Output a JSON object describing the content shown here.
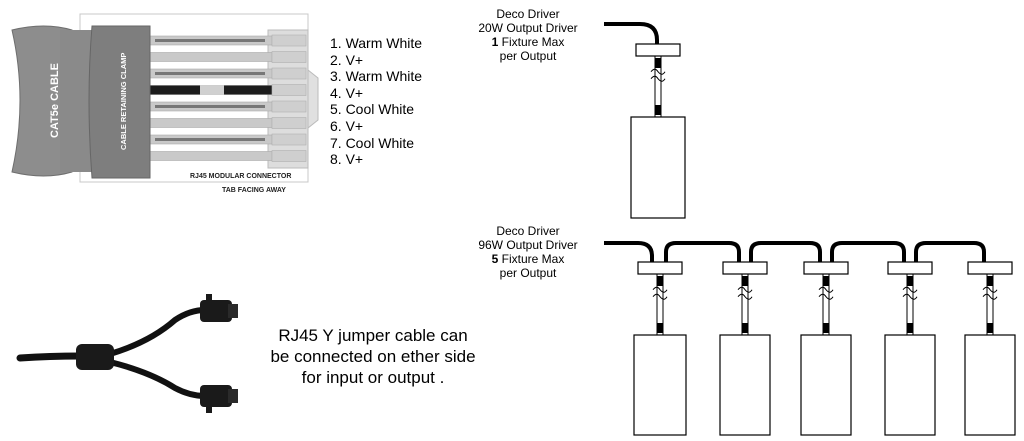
{
  "connector": {
    "cable_label": "CAT5e CABLE",
    "clamp_label": "CABLE RETAINING CLAMP",
    "connector_label": "RJ45 MODULAR CONNECTOR",
    "tab_label": "TAB FACING AWAY"
  },
  "pinout": [
    "1. Warm White",
    "2. V+",
    "3. Warm White",
    "4. V+",
    "5. Cool White",
    "6. V+",
    "7. Cool White",
    "8. V+"
  ],
  "driver_20w": {
    "line1": "Deco Driver",
    "line2": "20W Output Driver",
    "line3_bold": "1",
    "line3_rest": " Fixture Max",
    "line4": "per Output"
  },
  "driver_96w": {
    "line1": "Deco Driver",
    "line2": "96W Output Driver",
    "line3_bold": "5",
    "line3_rest": " Fixture Max",
    "line4": "per Output"
  },
  "jumper_note": "RJ45 Y jumper cable can be connected on ether side for input or output ."
}
